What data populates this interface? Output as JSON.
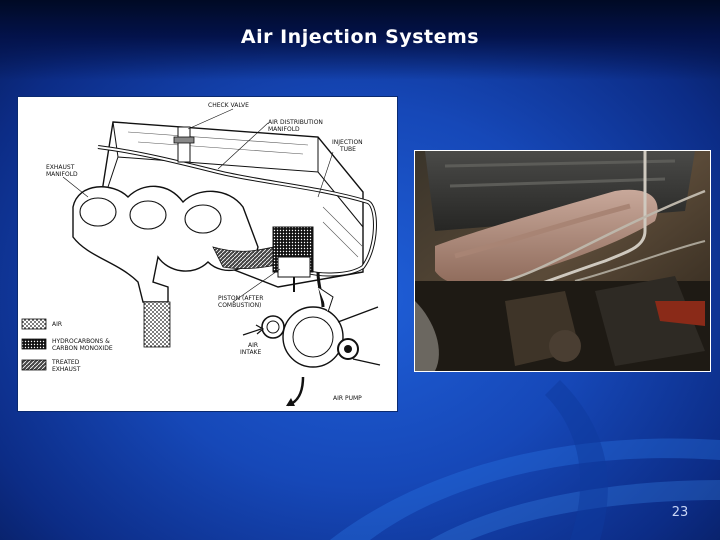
{
  "slide": {
    "title": "Air Injection Systems",
    "page_number": "23"
  },
  "diagram": {
    "labels": {
      "check_valve": "CHECK VALVE",
      "air_distribution_1": "AIR DISTRIBUTION",
      "air_distribution_2": "MANIFOLD",
      "injection_tube_1": "INJECTION",
      "injection_tube_2": "TUBE",
      "exhaust_manifold_1": "EXHAUST",
      "exhaust_manifold_2": "MANIFOLD",
      "piston_1": "PISTON (AFTER",
      "piston_2": "COMBUSTION)",
      "air_intake_1": "AIR",
      "air_intake_2": "INTAKE",
      "air_pump": "AIR PUMP"
    },
    "legend": [
      {
        "line1": "AIR",
        "line2": ""
      },
      {
        "line1": "HYDROCARBONS &",
        "line2": "CARBON MONOXIDE"
      },
      {
        "line1": "TREATED",
        "line2": "EXHAUST"
      }
    ]
  },
  "colors": {
    "background": "#1648b8",
    "title_text": "#ffffff",
    "page_number_text": "#c9d6f5"
  }
}
